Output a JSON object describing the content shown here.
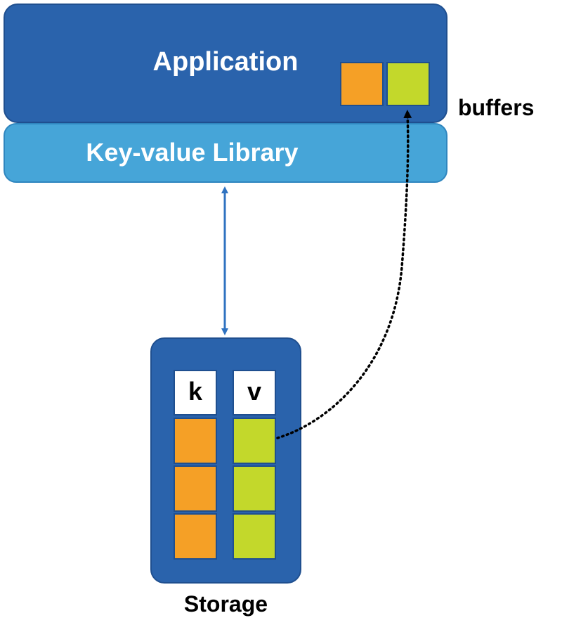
{
  "application": {
    "title": "Application",
    "buffers_label": "buffers",
    "buffer_cells": [
      "key-buffer",
      "value-buffer"
    ]
  },
  "library": {
    "title": "Key-value Library"
  },
  "storage": {
    "label": "Storage",
    "key_header": "k",
    "value_header": "v",
    "row_count": 3
  },
  "colors": {
    "application_fill": "#2a63ac",
    "library_fill": "#46a5d8",
    "key_color": "#f5a026",
    "value_color": "#c3d82b",
    "outline": "#1f4f8f",
    "arrow": "#2f72c0"
  },
  "connectors": {
    "library_storage": "bidirectional-solid-arrow",
    "value_to_buffer": "dotted-arrow"
  }
}
